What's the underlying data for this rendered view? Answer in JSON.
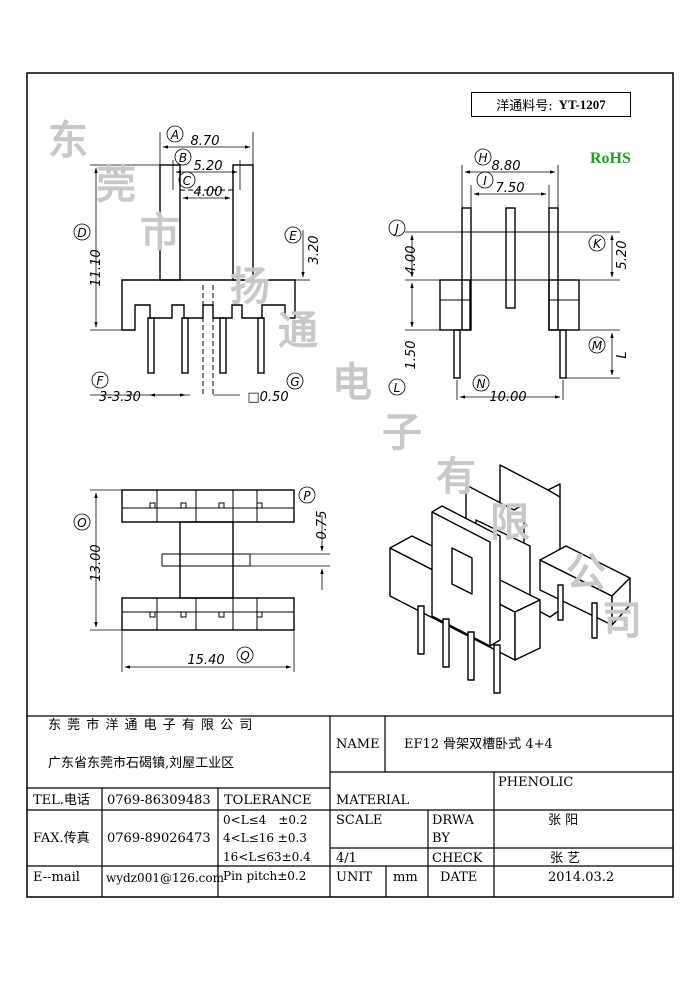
{
  "part_number": {
    "label": "洋通料号:",
    "value": "YT-1207"
  },
  "rohs": "RoHS",
  "watermark": [
    "东",
    "莞",
    "市",
    "扬",
    "通",
    "电",
    "子",
    "有",
    "限",
    "公",
    "司"
  ],
  "dims": {
    "A": "8.70",
    "B": "5.20",
    "C": "4.00",
    "D": "11.10",
    "E": "3.20",
    "F": "3-3.30",
    "G": "□0.50",
    "H": "8.80",
    "I": "7.50",
    "J": "4.00",
    "K": "5.20",
    "L": "1.50",
    "M": "L",
    "N": "10.00",
    "O": "13.00",
    "P": "0.75",
    "Q": "15.40"
  },
  "title_block": {
    "company": "东 莞 市 洋 通 电 子 有 限 公 司",
    "address": "广东省东莞市石碣镇,刘屋工业区",
    "name_label": "NAME",
    "name_value": "EF12 骨架双槽卧式 4+4",
    "phenolic": "PHENOLIC",
    "tel_label": "TEL.电话",
    "tel_value": "0769-86309483",
    "tolerance_label": "TOLERANCE",
    "material_label": "MATERIAL",
    "fax_label": "FAX.传真",
    "fax_value": "0769-89026473",
    "tol_1": "0<L≤4　±0.2",
    "tol_2": "4<L≤16 ±0.3",
    "tol_3": "16<L≤63±0.4",
    "tol_4": "Pin pitch±0.2",
    "scale_label": "SCALE",
    "drwa_label": "DRWA",
    "by_label": "BY",
    "drawn_by": "张 阳",
    "scale_value": "4/1",
    "check_label": "CHECK",
    "checked_by": "张 艺",
    "email_label": "E--mail",
    "email_value": "wydz001@126.com",
    "unit_label": "UNIT",
    "unit_value": "mm",
    "date_label": "DATE",
    "date_value": "2014.03.2"
  }
}
